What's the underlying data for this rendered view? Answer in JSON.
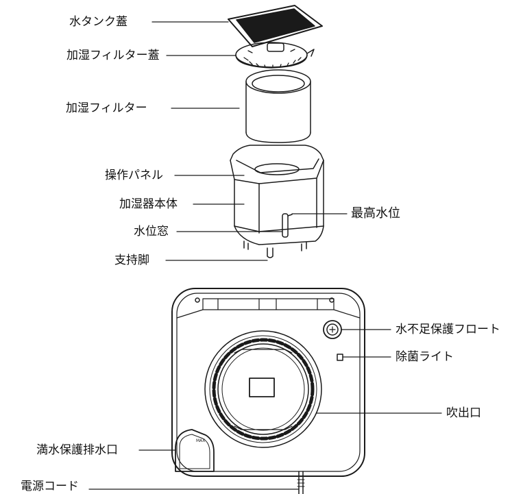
{
  "labels": {
    "tank_lid": "水タンク蓋",
    "filter_lid": "加湿フィルター蓋",
    "filter": "加湿フィルター",
    "control_panel": "操作パネル",
    "body": "加湿器本体",
    "max_water": "最高水位",
    "water_window": "水位窓",
    "feet": "支持脚",
    "float": "水不足保護フロート",
    "uv_light": "除菌ライト",
    "outlet": "吹出口",
    "drain": "満水保護排水口",
    "power_cord": "電源コード"
  },
  "colors": {
    "line": "#1a1a1a",
    "background": "#ffffff"
  }
}
